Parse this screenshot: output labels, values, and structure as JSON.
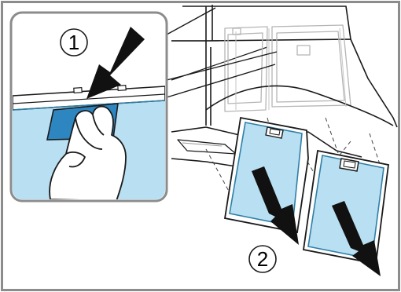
{
  "illustration": {
    "frame_color": "#8c8c8c",
    "outline_color": "#1a1a1a",
    "filter_fill": "#b9dff2",
    "filter_edge": "#2f7fa6",
    "handle_fill": "#2e86c1",
    "arrow_color": "#111111"
  },
  "steps": [
    {
      "number": "1",
      "description_icon": "down-arrow-press"
    },
    {
      "number": "2",
      "description_icon": "down-arrows-remove"
    }
  ]
}
